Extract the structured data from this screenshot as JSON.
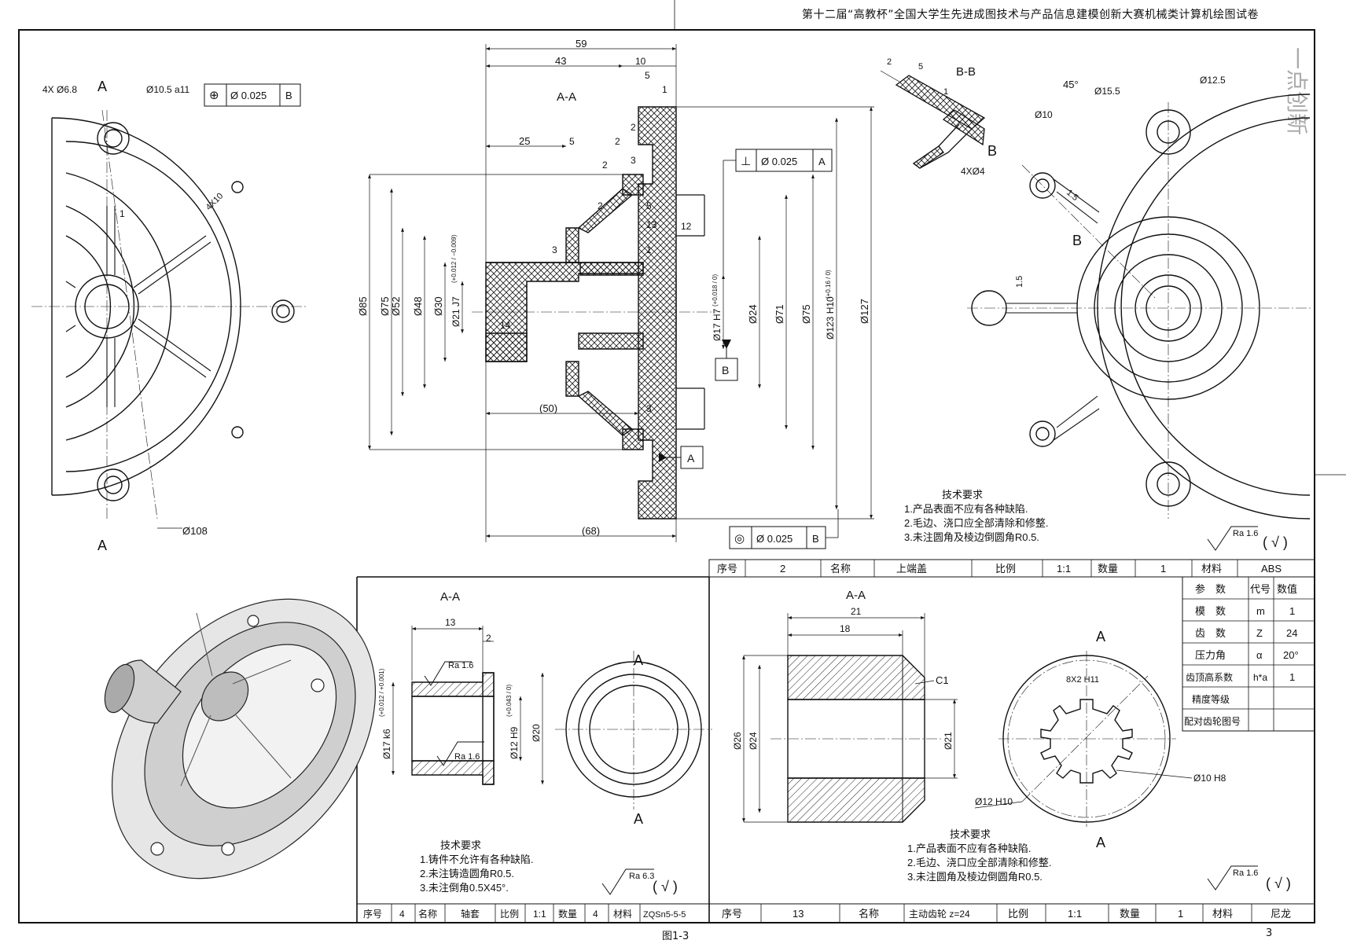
{
  "header": {
    "title": "第十二届“高教杯”全国大学生先进成图技术与产品信息建模创新大赛机械类计算机绘图试卷"
  },
  "footer": {
    "figure_caption": "图1-3",
    "page_number": "3"
  },
  "watermark": "一点创新",
  "top_left_view": {
    "section_letter_top": "A",
    "section_letter_bottom": "A",
    "dim_holes": "4X Ø6.8",
    "dim_bore": "Ø10.5 a11",
    "gdt": {
      "symbol": "⊕",
      "tolerance": "Ø 0.025",
      "datum": "B"
    },
    "dim_rib": "4X10",
    "dim_rib_thk": "1",
    "dim_bc": "Ø108"
  },
  "section_aa": {
    "title": "A-A",
    "dims_top": [
      "59",
      "43",
      "10",
      "5",
      "1"
    ],
    "dims_mid": [
      "25",
      "5",
      "2",
      "2",
      "3",
      "2",
      "2",
      "5",
      "13",
      "12",
      "3",
      "1",
      "14",
      "3"
    ],
    "dims_ref": [
      "(50)",
      "(68)"
    ],
    "dims_dia_left": [
      "Ø85",
      "Ø75",
      "Ø52",
      "Ø48",
      "Ø30",
      "Ø21 J7"
    ],
    "dims_dia_right": [
      "Ø17 H7",
      "Ø24",
      "Ø71",
      "Ø75",
      "Ø123 H10",
      "Ø127"
    ],
    "tol_j7": "(+0.012 / −0.009)",
    "tol_h7": "(+0.018 / 0)",
    "tol_h10": "(+0.16 / 0)",
    "gdt_perp": {
      "symbol": "⊥",
      "tolerance": "Ø 0.025",
      "datum": "A"
    },
    "gdt_conc": {
      "symbol": "◎",
      "tolerance": "Ø 0.025",
      "datum": "B"
    },
    "datum_a": "A",
    "datum_b": "B"
  },
  "section_bb": {
    "title": "B-B",
    "dims": [
      "2",
      "5",
      "1"
    ]
  },
  "right_view": {
    "dims": [
      "45°",
      "Ø15.5",
      "Ø12.5",
      "Ø10",
      "4XØ4",
      "1.5",
      "1.5"
    ],
    "section_letter": "B"
  },
  "tech_req_1": {
    "title": "技术要求",
    "lines": [
      "1.产品表面不应有各种缺陷.",
      "2.毛边、浇口应全部清除和修整.",
      "3.未注圆角及棱边倒圆角R0.5."
    ],
    "roughness": "Ra 1.6"
  },
  "titleblock_cover": {
    "labels": [
      "序号",
      "名称",
      "比例",
      "数量",
      "材料"
    ],
    "values": [
      "2",
      "上端盖",
      "1:1",
      "1",
      "ABS"
    ]
  },
  "gear_params": {
    "header": [
      "参　数",
      "代号",
      "数值"
    ],
    "rows": [
      [
        "模　数",
        "m",
        "1"
      ],
      [
        "齿　数",
        "Z",
        "24"
      ],
      [
        "压力角",
        "α",
        "20°"
      ],
      [
        "齿顶高系数",
        "h*a",
        "1"
      ],
      [
        "精度等级",
        "",
        ""
      ],
      [
        "配对齿轮图号",
        "",
        ""
      ]
    ]
  },
  "bushing": {
    "title": "A-A",
    "dims": [
      "13",
      "2",
      "Ø17 k6",
      "Ø12 H9",
      "Ø20"
    ],
    "tol_k6": "(+0.012 / +0.001)",
    "tol_h9": "(+0.043 / 0)",
    "roughness": [
      "Ra 1.6",
      "Ra 1.6",
      "Ra 6.3"
    ],
    "section_letters": [
      "A",
      "A"
    ],
    "tech_title": "技术要求",
    "tech_lines": [
      "1.铸件不允许有各种缺陷.",
      "2.未注铸造圆角R0.5.",
      "3.未注倒角0.5X45°."
    ],
    "tb_labels": [
      "序号",
      "名称",
      "比例",
      "数量",
      "材料"
    ],
    "tb_values": [
      "4",
      "轴套",
      "1:1",
      "4",
      "ZQSn5-5-5"
    ]
  },
  "gear": {
    "title": "A-A",
    "dims": [
      "21",
      "18",
      "C1",
      "Ø26",
      "Ø24",
      "Ø21",
      "8X2 H11",
      "Ø10 H8",
      "Ø12 H10"
    ],
    "section_letters": [
      "A",
      "A"
    ],
    "tech_title": "技术要求",
    "tech_lines": [
      "1.产品表面不应有各种缺陷.",
      "2.毛边、浇口应全部清除和修整.",
      "3.未注圆角及棱边倒圆角R0.5."
    ],
    "roughness": "Ra 1.6",
    "tb_labels": [
      "序号",
      "名称",
      "比例",
      "数量",
      "材料"
    ],
    "tb_values": [
      "13",
      "主动齿轮 z=24",
      "1:1",
      "1",
      "尼龙"
    ]
  },
  "check_mark": "( √ )"
}
